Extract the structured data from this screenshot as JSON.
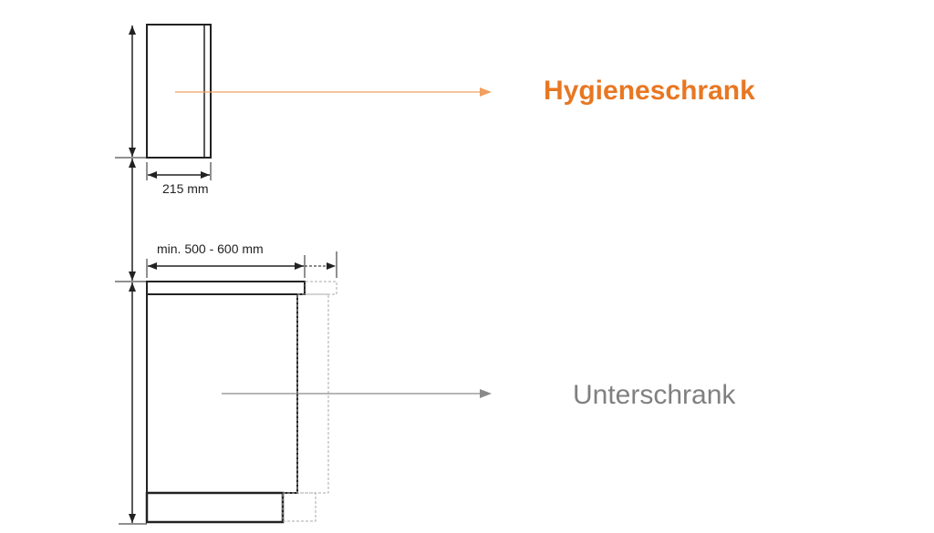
{
  "labels": {
    "upper_cabinet": "Hygieneschrank",
    "lower_cabinet": "Unterschrank"
  },
  "dimensions": {
    "depth_upper": "215 mm",
    "depth_lower": "min. 500 - 600 mm"
  },
  "colors": {
    "accent": "#e87722",
    "secondary_text": "#808080",
    "upper_arrow": "#f0a060",
    "lower_arrow": "#8a8a8a",
    "outline": "#222222",
    "dashed": "#aaaaaa"
  }
}
